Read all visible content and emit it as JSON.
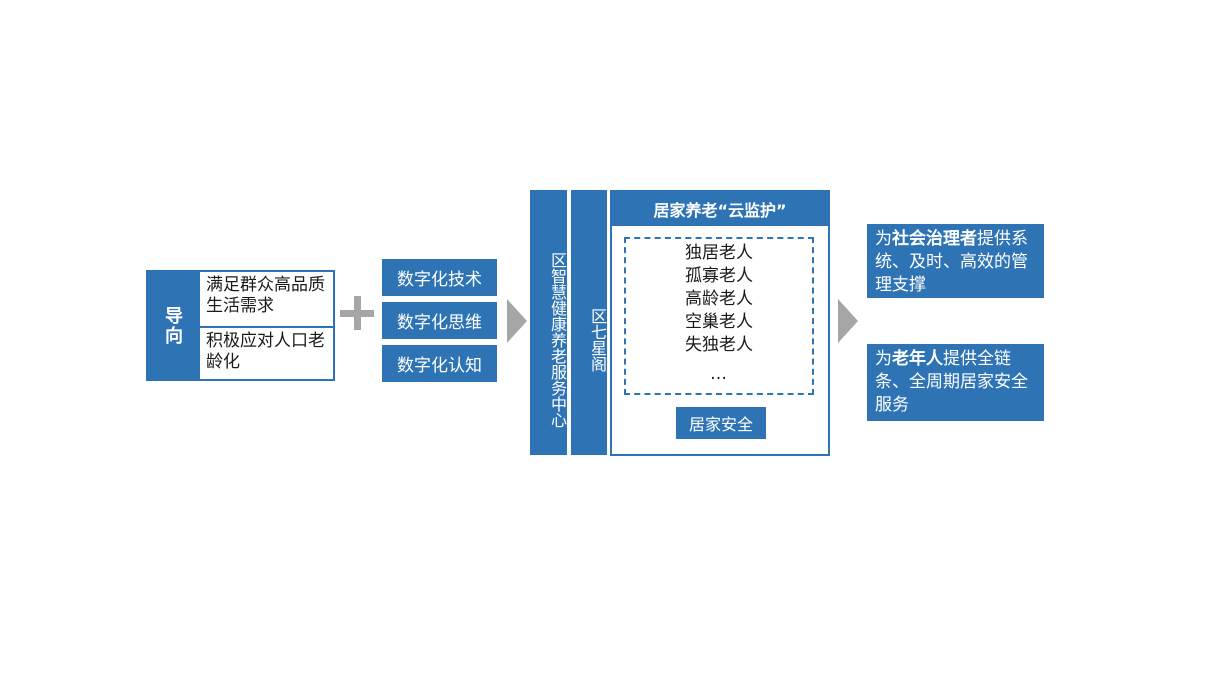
{
  "orientation": {
    "label": "导向",
    "item1": "满足群众高品质生活需求",
    "item2": "积极应对人口老龄化"
  },
  "digital": {
    "tech": "数字化技术",
    "thinking": "数字化思维",
    "cognition": "数字化认知"
  },
  "center": {
    "col1": "区智慧健康养老服务中心",
    "col2": "区七星阁"
  },
  "cloud": {
    "title": "居家养老“云监护”",
    "elders": [
      "独居老人",
      "孤寡老人",
      "高龄老人",
      "空巢老人",
      "失独老人"
    ],
    "more": "…",
    "safety": "居家安全"
  },
  "results": {
    "r1_pre": "为",
    "r1_bold": "社会治理者",
    "r1_post": "提供系统、及时、高效的管理支撑",
    "r2_pre": "为",
    "r2_bold": "老年人",
    "r2_post": "提供全链条、全周期居家安全服务"
  },
  "colors": {
    "accent": "#2e74b5",
    "arrow": "#a6a6a6"
  }
}
